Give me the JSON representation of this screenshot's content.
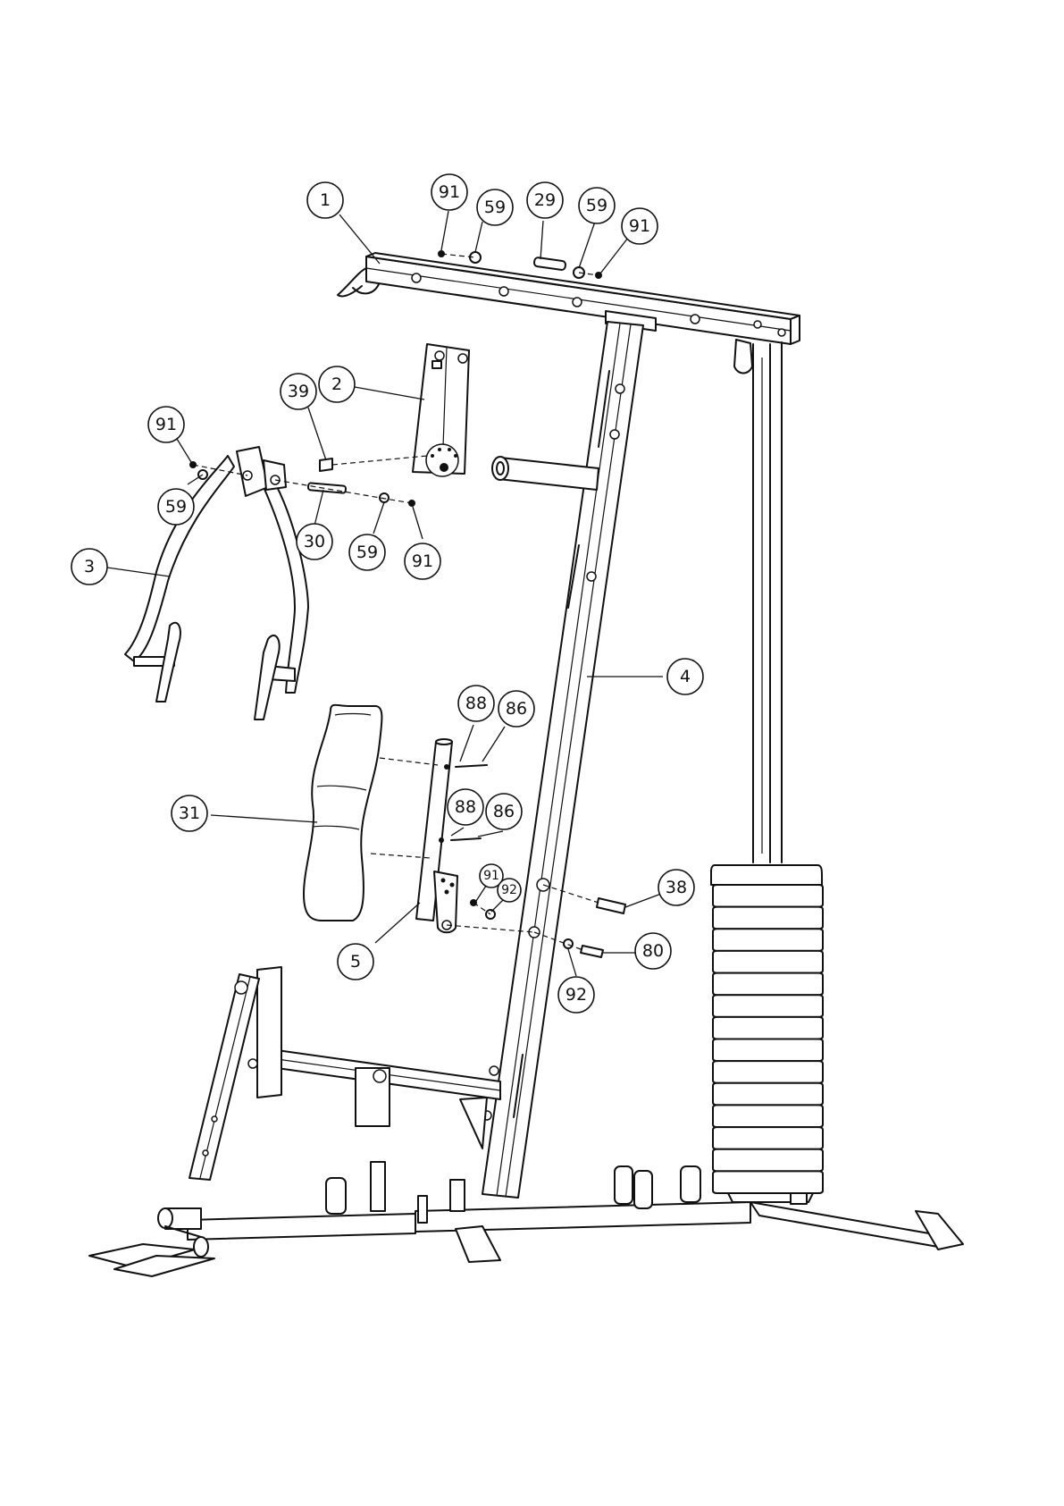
{
  "callouts": [
    {
      "id": "c1",
      "label": "1"
    },
    {
      "id": "c2",
      "label": "91"
    },
    {
      "id": "c3",
      "label": "59"
    },
    {
      "id": "c4",
      "label": "29"
    },
    {
      "id": "c5",
      "label": "59"
    },
    {
      "id": "c6",
      "label": "91"
    },
    {
      "id": "c7",
      "label": "2"
    },
    {
      "id": "c8",
      "label": "39"
    },
    {
      "id": "c9",
      "label": "91"
    },
    {
      "id": "c10",
      "label": "59"
    },
    {
      "id": "c11",
      "label": "30"
    },
    {
      "id": "c12",
      "label": "59"
    },
    {
      "id": "c13",
      "label": "91"
    },
    {
      "id": "c14",
      "label": "3"
    },
    {
      "id": "c15",
      "label": "4"
    },
    {
      "id": "c16",
      "label": "88"
    },
    {
      "id": "c17",
      "label": "86"
    },
    {
      "id": "c18",
      "label": "31"
    },
    {
      "id": "c19",
      "label": "88"
    },
    {
      "id": "c20",
      "label": "86"
    },
    {
      "id": "c21",
      "label": "91"
    },
    {
      "id": "c22",
      "label": "92"
    },
    {
      "id": "c23",
      "label": "38"
    },
    {
      "id": "c24",
      "label": "5"
    },
    {
      "id": "c25",
      "label": "80"
    },
    {
      "id": "c26",
      "label": "92"
    }
  ]
}
